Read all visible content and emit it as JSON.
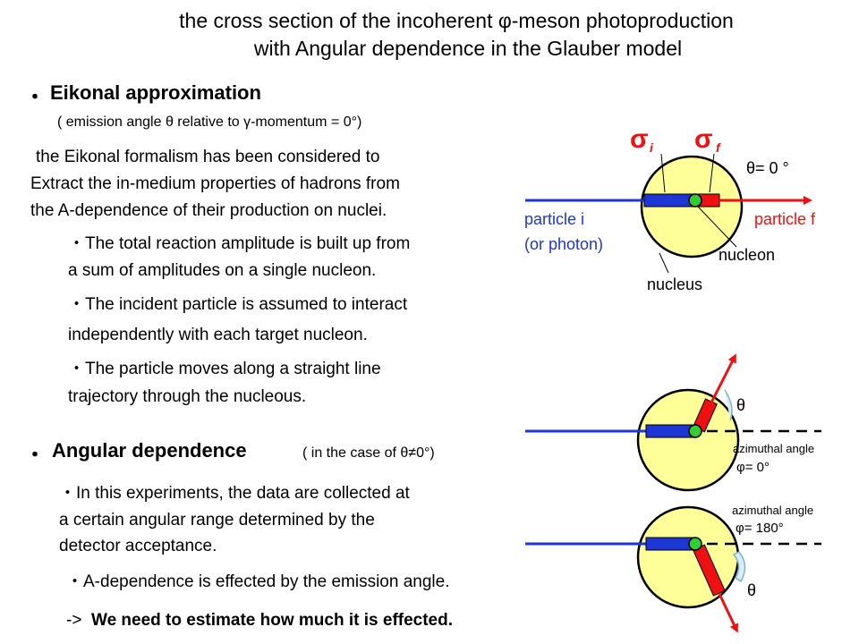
{
  "title": {
    "line1": "the cross section of the incoherent φ-meson photoproduction",
    "line2": "with Angular dependence in the Glauber model"
  },
  "eikonal": {
    "bullet": "・",
    "heading": "Eikonal approximation",
    "note": "( emission angle θ relative  to γ-momentum  =  0°)",
    "intro": [
      "the Eikonal formalism has been considered to",
      "Extract the in-medium properties of hadrons from",
      "the A-dependence of their production on nuclei."
    ],
    "points": [
      [
        "・The total reaction amplitude is built up from",
        "a sum of amplitudes on a single nucleon."
      ],
      [
        "・The incident particle is assumed to interact",
        "independently with each target nucleon."
      ],
      [
        "・The particle moves along a straight line",
        "trajectory through the nucleous."
      ]
    ]
  },
  "angular": {
    "bullet": "・",
    "heading": "Angular dependence",
    "note": "( in the case of θ≠0°)",
    "p1": [
      "・In this experiments, the data are collected at",
      "a certain angular range determined by the",
      "detector acceptance."
    ],
    "p2": "・A-dependence is effected by the emission angle.",
    "conclusion_arrow": "->",
    "conclusion": "We need to estimate how much it is effected."
  },
  "diagram_top": {
    "sigma": "σ",
    "sub_i": "i",
    "sub_f": "f",
    "theta_label": "θ= 0 °",
    "particle_i_1": "particle i",
    "particle_i_2": "(or photon)",
    "particle_f": "particle f",
    "nucleon": "nucleon",
    "nucleus": "nucleus"
  },
  "diagram_mid": {
    "theta": "θ",
    "azimuthal": "azimuthal angle",
    "phi": "φ= 0°"
  },
  "diagram_bot": {
    "theta": "θ",
    "azimuthal": "azimuthal angle",
    "phi": "φ= 180°"
  },
  "colors": {
    "blue": "#1f36d6",
    "red": "#ee1111",
    "nucleus_fill": "#ffff99",
    "nucleon_fill": "#33cc33"
  }
}
